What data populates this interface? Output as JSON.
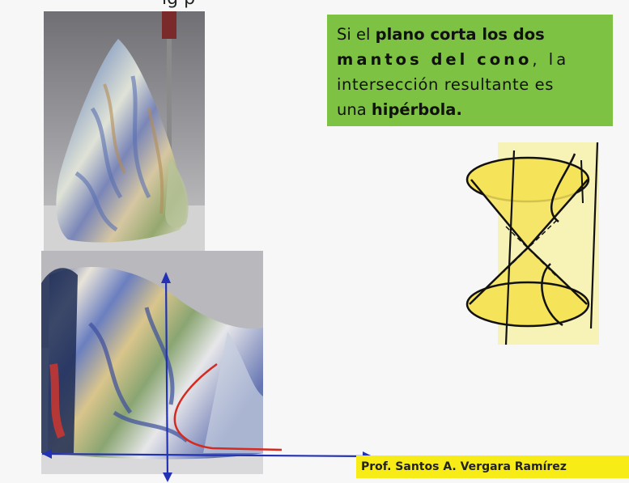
{
  "slide": {
    "top_text_fragment": "ig                                p",
    "info": {
      "t1": "Si el ",
      "b1": "plano corta los dos",
      "b2": "mantos del cono",
      "t2": ", la",
      "t3": "intersección resultante es",
      "t4": "una ",
      "b3": "hipérbola."
    },
    "credit": "Prof. Santos A. Vergara Ramírez"
  },
  "colors": {
    "info_bg": "#7dc243",
    "credit_bg": "#f7ec16",
    "axis": "#2332b5",
    "hyperbola": "#d42a1f",
    "cone_fill": "#f5e35a"
  }
}
